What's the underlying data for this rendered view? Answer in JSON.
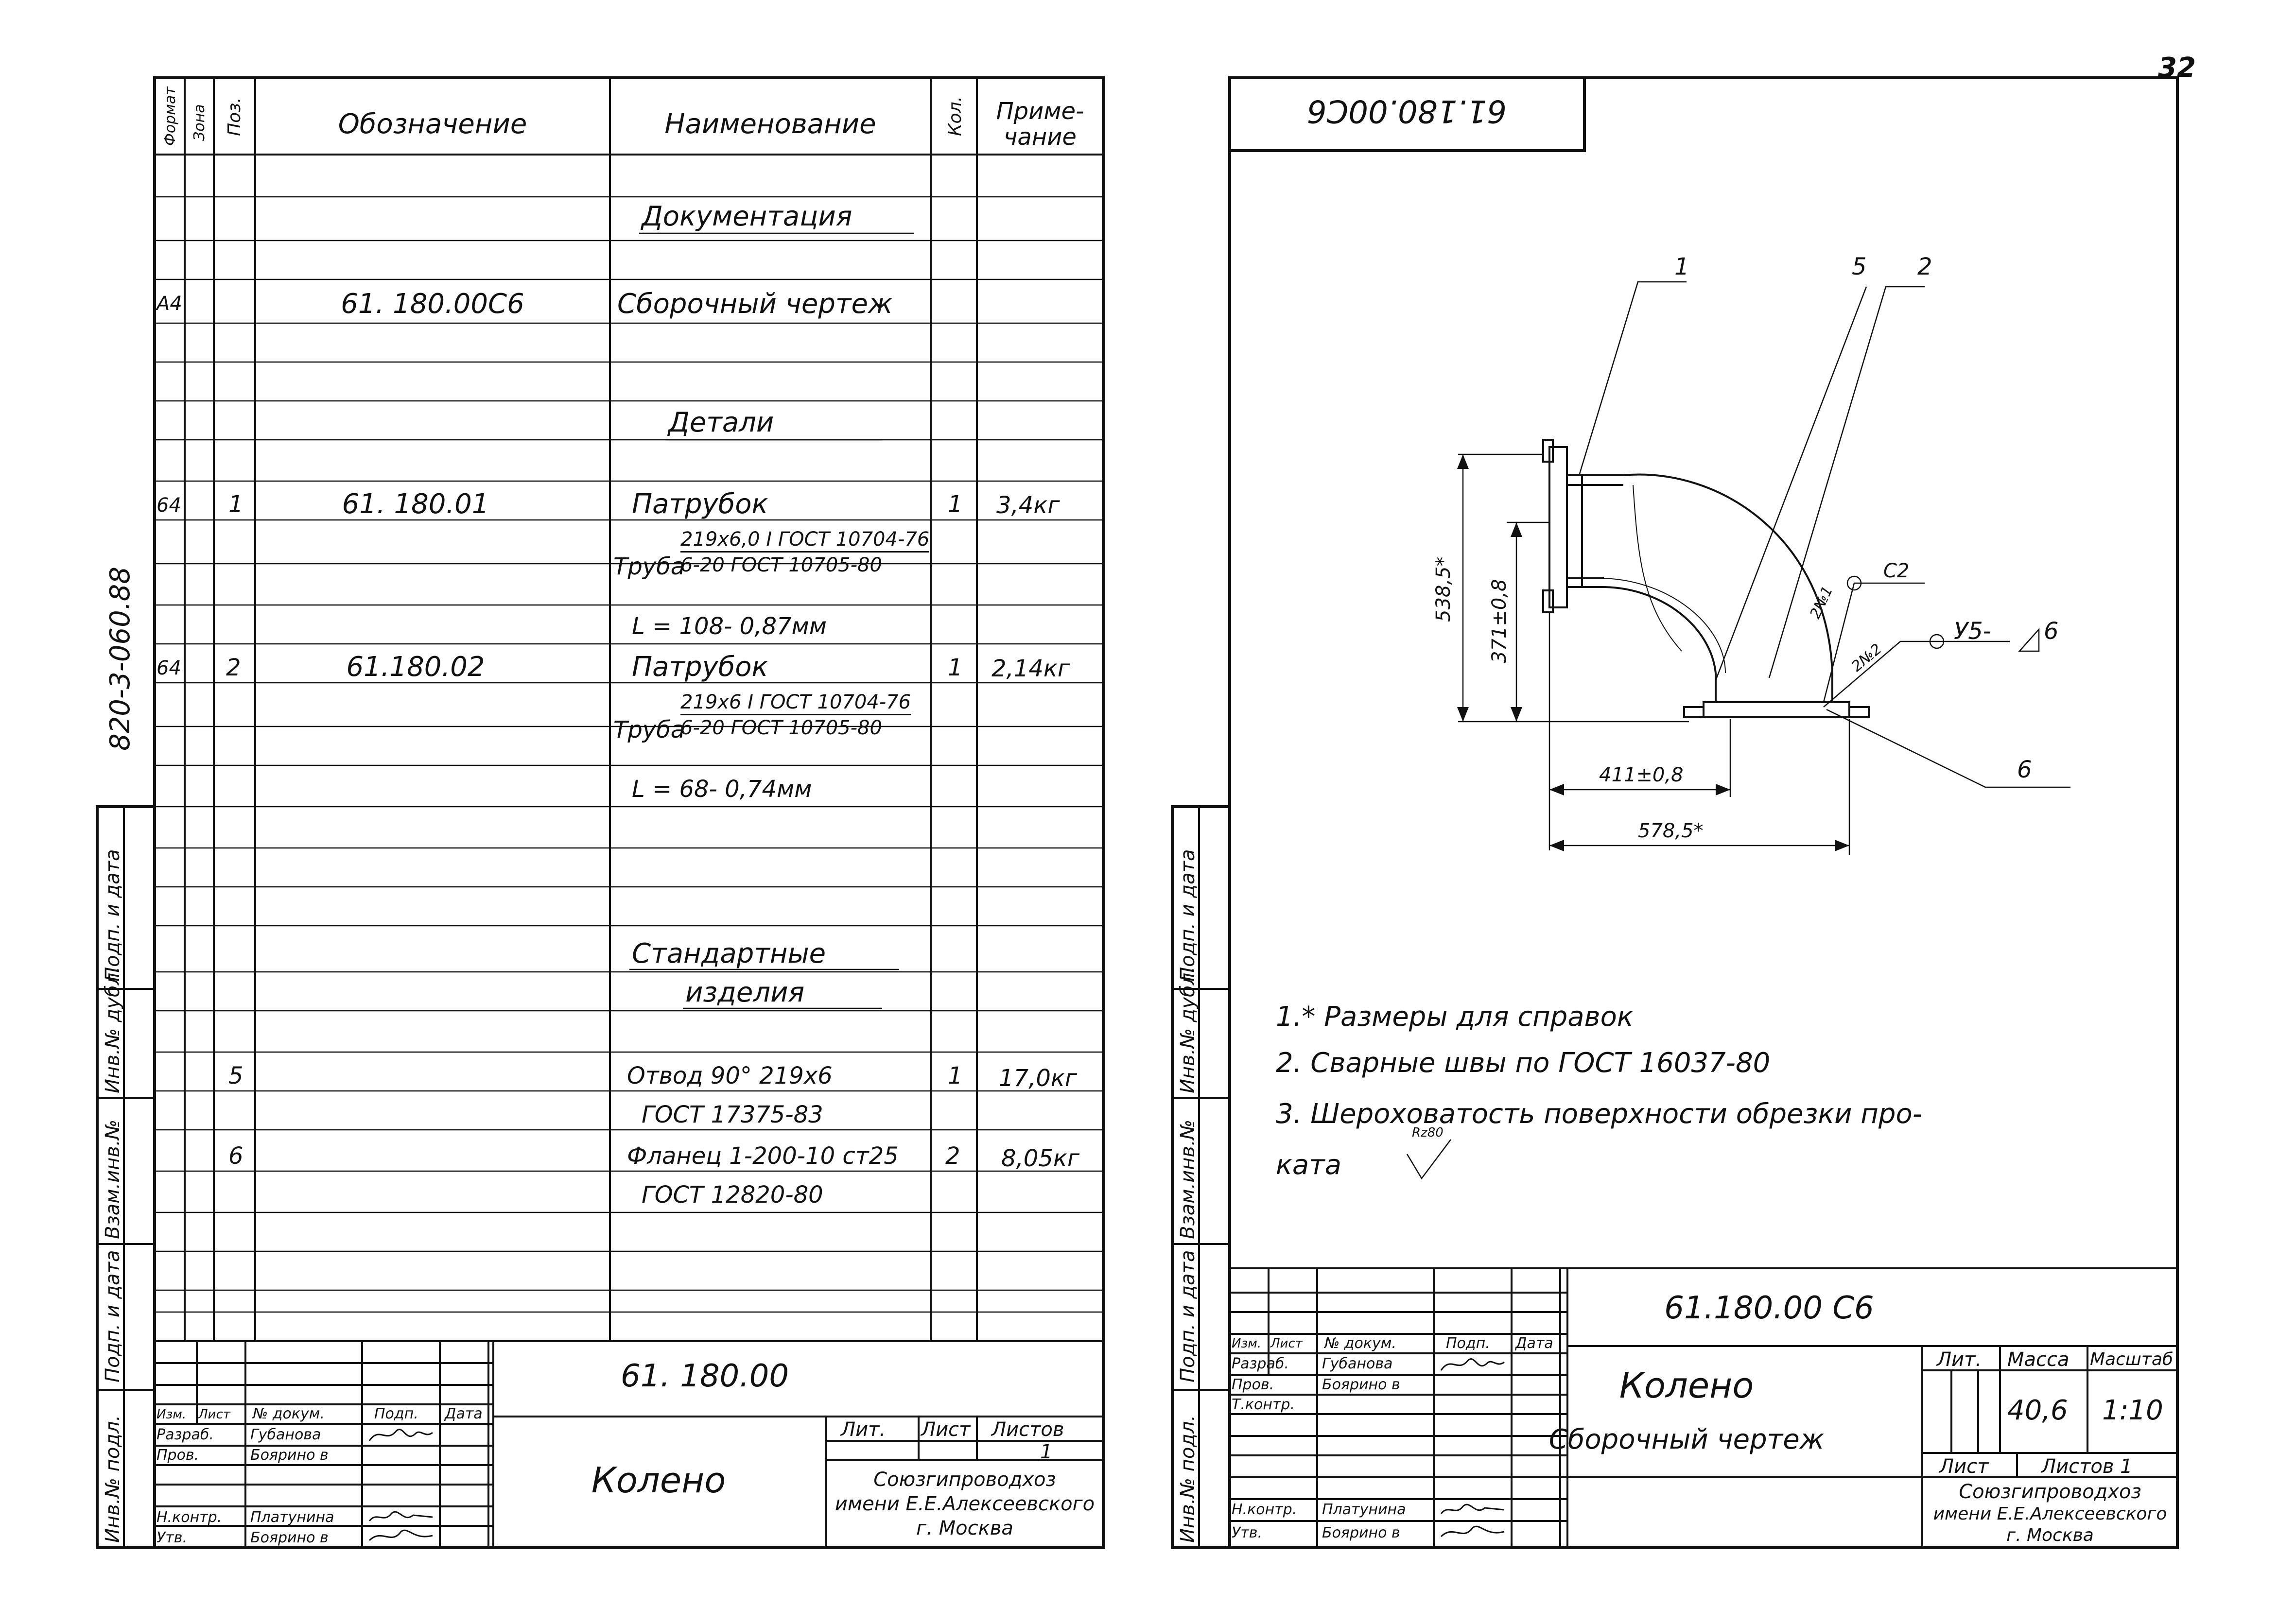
{
  "page_number": "32",
  "left_sheet": {
    "side_code": "820-3-060.88",
    "header": {
      "format": "Формат",
      "zone": "Зона",
      "pos": "Поз.",
      "designation": "Обозначение",
      "name": "Наименование",
      "qty": "Кол.",
      "note_l1": "Приме-",
      "note_l2": "чание"
    },
    "sections": {
      "documentation": "Документация",
      "details": "Детали",
      "standard_l1": "Стандартные",
      "standard_l2": "изделия"
    },
    "rows": {
      "assembly": {
        "format": "А4",
        "designation": "61. 180.00С6",
        "name": "Сборочный чертеж"
      },
      "p1": {
        "format": "64",
        "pos": "1",
        "designation": "61. 180.01",
        "name": "Патрубок",
        "qty": "1",
        "note": "3,4кг",
        "pipe": "Труба",
        "pipe_num": "219х6,0 I ГОСТ 10704-76",
        "pipe_den": "6-20 ГОСТ 10705-80",
        "length": "L = 108- 0,87мм"
      },
      "p2": {
        "format": "64",
        "pos": "2",
        "designation": "61.180.02",
        "name": "Патрубок",
        "qty": "1",
        "note": "2,14кг",
        "pipe": "Труба",
        "pipe_num": "219х6 I ГОСТ 10704-76",
        "pipe_den": "6-20 ГОСТ 10705-80",
        "length": "L = 68- 0,74мм"
      },
      "p5": {
        "pos": "5",
        "name": "Отвод 90° 219х6",
        "std": "ГОСТ 17375-83",
        "qty": "1",
        "note": "17,0кг"
      },
      "p6": {
        "pos": "6",
        "name": "Фланец 1-200-10 ст25",
        "std": "ГОСТ 12820-80",
        "qty": "2",
        "note": "8,05кг"
      }
    },
    "side_fields": [
      "Подп. и дата",
      "Инв.№ дубл.",
      "Взам.инв.№",
      "Подп. и дата",
      "Инв.№ подл."
    ],
    "title": {
      "code": "61. 180.00",
      "name": "Колено",
      "lit": "Лит.",
      "sheet": "Лист",
      "sheets": "Листов",
      "sheets_val": "1",
      "org_l1": "Союзгипроводхоз",
      "org_l2": "имени Е.Е.Алексеевского",
      "org_l3": "г. Москва",
      "h_izm": "Изм.",
      "h_list": "Лист",
      "h_doc": "№ докум.",
      "h_sign": "Подп.",
      "h_date": "Дата",
      "role1": "Разраб.",
      "person1": "Губанова",
      "role2": "Пров.",
      "person2": "Боярино в",
      "role3": "Н.контр.",
      "person3": "Платунина",
      "role4": "Утв.",
      "person4": "Боярино в"
    }
  },
  "right_sheet": {
    "top_code": "61.180.00С6",
    "side_fields": [
      "Подп. и дата",
      "Инв.№ дубл.",
      "Взам.инв.№",
      "Подп. и дата",
      "Инв.№ подл."
    ],
    "drawing": {
      "callouts": [
        "1",
        "5",
        "2",
        "6"
      ],
      "dim_height_total": "538,5*",
      "dim_height_inner": "371±0,8",
      "dim_width_inner": "411±0,8",
      "dim_width_total": "578,5*",
      "weld1": "2№1",
      "weld2": "2№2",
      "weld_sym1": "С2",
      "weld_sym2": "У5-",
      "weld_leg": "6"
    },
    "notes": {
      "n1": "1.* Размеры для справок",
      "n2": "2. Сварные швы по ГОСТ 16037-80",
      "n3": "3. Шероховатость поверхности обрезки про-",
      "n3b": "ката",
      "rough": "Rz80"
    },
    "title": {
      "code": "61.180.00 С6",
      "name": "Колено",
      "subname": "Сборочный чертеж",
      "lit": "Лит.",
      "mass": "Масса",
      "scale": "Масштаб",
      "mass_val": "40,6",
      "scale_val": "1:10",
      "sheet": "Лист",
      "sheets": "Листов 1",
      "org_l1": "Союзгипроводхоз",
      "org_l2": "имени Е.Е.Алексеевского",
      "org_l3": "г. Москва",
      "h_izm": "Изм.",
      "h_list": "Лист",
      "h_doc": "№ докум.",
      "h_sign": "Подп.",
      "h_date": "Дата",
      "role1": "Разраб.",
      "person1": "Губанова",
      "role2": "Пров.",
      "person2": "Боярино в",
      "role3": "Т.контр.",
      "role4": "Н.контр.",
      "person4": "Платунина",
      "role5": "Утв.",
      "person5": "Боярино в"
    }
  }
}
